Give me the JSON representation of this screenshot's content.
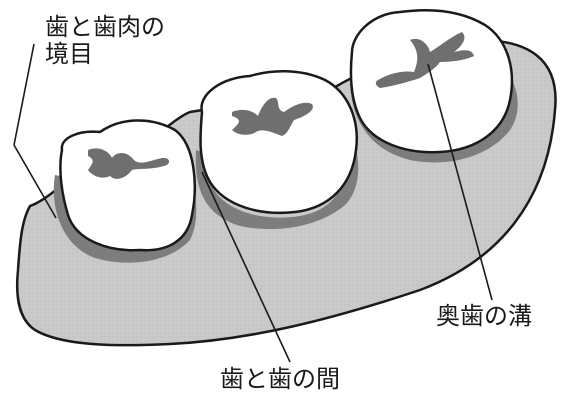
{
  "labels": {
    "gumline_line1": "歯と歯肉の",
    "gumline_line2": "境目",
    "molar_groove": "奥歯の溝",
    "between_teeth": "歯と歯の間"
  },
  "colors": {
    "gum_fill": "#c9c9c9",
    "tooth_fill": "#ffffff",
    "plaque_fill": "#7d7d7d",
    "groove_fill": "#6f6f6f",
    "outline": "#1a1a1a"
  }
}
